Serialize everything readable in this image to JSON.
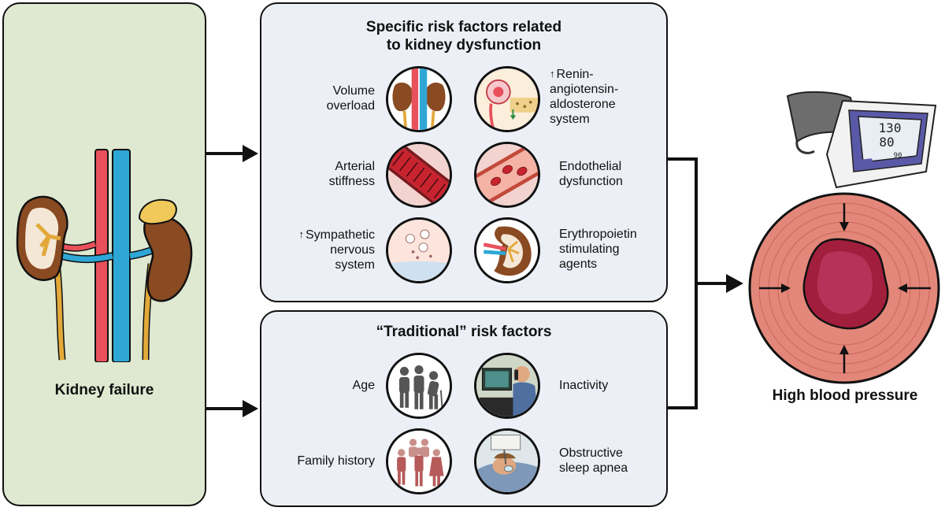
{
  "left_panel": {
    "title": "Kidney failure"
  },
  "specific_panel": {
    "title_line1": "Specific risk factors related",
    "title_line2": "to kidney dysfunction",
    "items": [
      {
        "lines": [
          "Volume",
          "overload"
        ]
      },
      {
        "prefix": "↑",
        "lines": [
          "Renin-",
          "angiotensin-",
          "aldosterone",
          "system"
        ]
      },
      {
        "lines": [
          "Arterial",
          "stiffness"
        ]
      },
      {
        "lines": [
          "Endothelial",
          "dysfunction"
        ]
      },
      {
        "prefix": "↑",
        "lines": [
          "Sympathetic",
          "nervous",
          "system"
        ]
      },
      {
        "lines": [
          "Erythropoietin",
          "stimulating",
          "agents"
        ]
      }
    ]
  },
  "traditional_panel": {
    "title": "“Traditional” risk factors",
    "items": [
      {
        "lines": [
          "Age"
        ]
      },
      {
        "lines": [
          "Inactivity"
        ]
      },
      {
        "lines": [
          "Family history"
        ]
      },
      {
        "lines": [
          "Obstructive",
          "sleep apnea"
        ]
      }
    ]
  },
  "outcome": {
    "title": "High blood pressure"
  },
  "monitor": {
    "systolic": "130",
    "diastolic": "80",
    "pulse": "90"
  },
  "colors": {
    "artery": "#e8505b",
    "vein": "#2ea7d6",
    "kidney": "#8a4a22",
    "ureter": "#e2a93a",
    "vessel_wall": "#e3877a"
  },
  "icons": [
    "kidney-icon",
    "blood-vessels-icon",
    "adrenal-gland-icon",
    "blood-pressure-monitor-icon",
    "artery-cross-section-icon",
    "arrow-right-icon"
  ]
}
